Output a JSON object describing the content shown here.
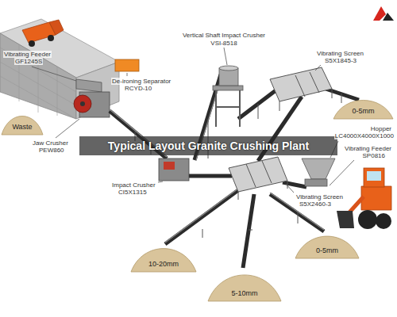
{
  "diagram": {
    "title": "Typical Layout Granite Crushing Plant",
    "nodes": [
      {
        "text": [
          "0-5mm"
        ]
      },
      {
        "text": [
          "Waste"
        ]
      },
      {
        "text": [
          "0-5mm"
        ]
      },
      {
        "text": [
          "10-20mm"
        ]
      },
      {
        "text": [
          "5-10mm"
        ]
      }
    ],
    "labels": [
      "Vibrating Feeder",
      "GF1245S",
      "Vertical Shaft Impact Crusher",
      "VSI-8518",
      "Vibrating Screen",
      "S5X1845-3",
      "De-ironing Separator",
      "RCYD-10",
      "Hopper",
      "LC4000X4000X1000",
      "Jaw Crusher",
      "PEW860",
      "Vibrating Feeder",
      "SP0816",
      "Impact Crusher",
      "CI5X1315",
      "Vibrating Screen",
      "S5X2460-3"
    ]
  }
}
